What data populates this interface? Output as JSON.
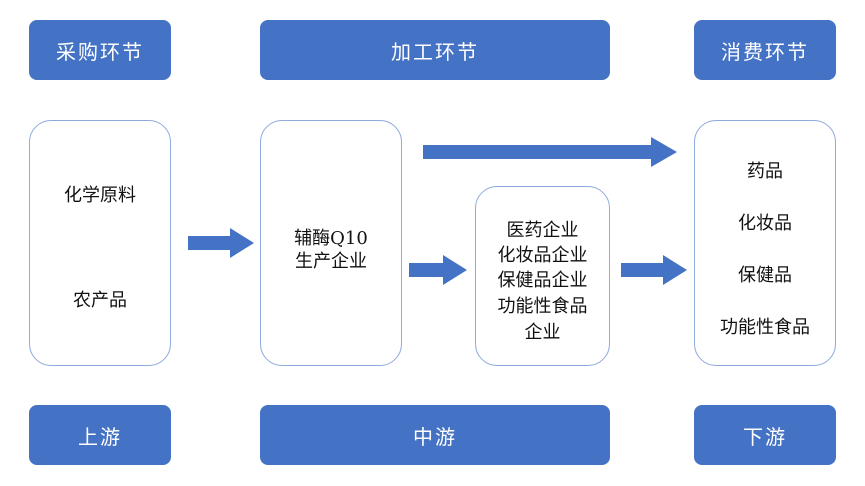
{
  "headers": {
    "procurement": "采购环节",
    "processing": "加工环节",
    "consumption": "消费环节"
  },
  "footers": {
    "upstream": "上游",
    "midstream": "中游",
    "downstream": "下游"
  },
  "raw_materials": [
    "化学原料",
    "农产品"
  ],
  "producer": [
    "辅酶Q10",
    "生产企业"
  ],
  "companies": [
    "医药企业",
    "化妆品企业",
    "保健品企业",
    "功能性食品",
    "企业"
  ],
  "products": [
    "药品",
    "化妆品",
    "保健品",
    "功能性食品"
  ],
  "colors": {
    "header_fill": "#4472C4",
    "box_border": "#8FAADC",
    "arrow_fill": "#4472C4"
  }
}
